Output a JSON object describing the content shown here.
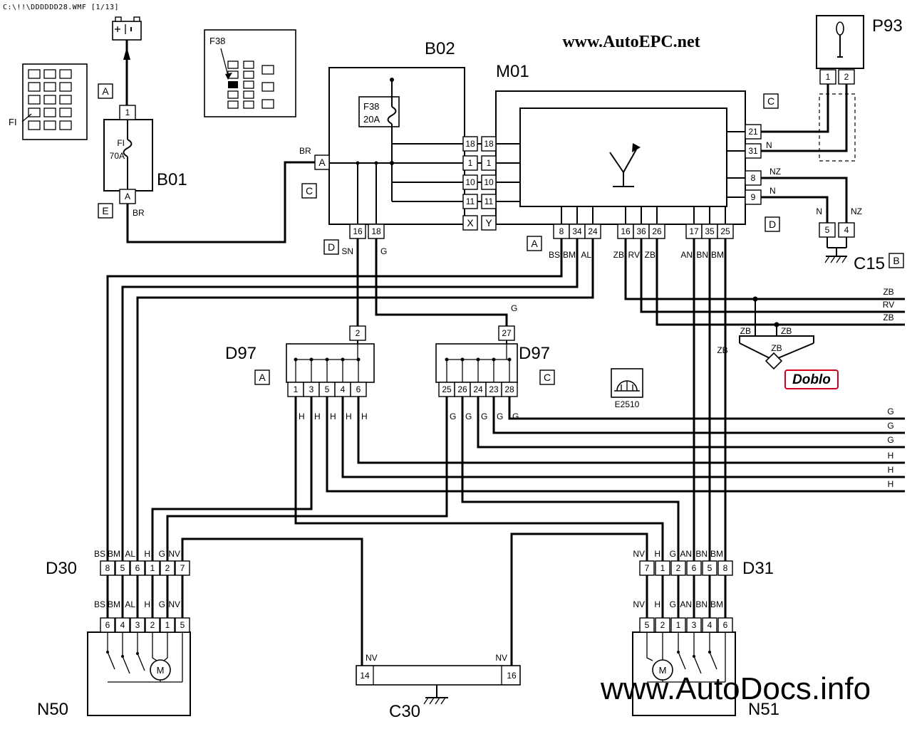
{
  "page": {
    "path_text": "C:\\!!\\DDDDDD28.WMF [1/13]",
    "watermark_top": "www.AutoEPC.net",
    "watermark_bottom": "www.AutoDocs.info"
  },
  "colors": {
    "background": "#ffffff",
    "line": "#000000",
    "path_green": "#00A693",
    "watermark_blue": "#2E5EC8",
    "doblo_red": "#D1001F"
  },
  "refs": {
    "a1": "A",
    "a2": "A",
    "a3": "A",
    "a4": "A",
    "b": "B",
    "c1": "C",
    "c2": "C",
    "c3": "C",
    "d1": "D",
    "d2": "D",
    "e": "E",
    "x": "X",
    "y": "Y"
  },
  "wires": {
    "br1": "BR",
    "br2": "BR",
    "g_corner": "G",
    "m01_right": [
      "N",
      "NZ",
      "N"
    ],
    "c15_n": "N",
    "c15_nz": "NZ",
    "right_top": [
      "ZB",
      "RV",
      "ZB"
    ],
    "zb_branch": [
      "ZB",
      "ZB",
      "ZB",
      "ZB"
    ],
    "right_mid": [
      "G",
      "G",
      "G",
      "H",
      "H",
      "H"
    ]
  },
  "components": {
    "fusebox": {
      "label": "FI"
    },
    "b01": {
      "label": "B01",
      "pin_top": "1",
      "pin_bottom": "A",
      "fuse": "FI",
      "rating": "70A"
    },
    "f38box": {
      "label": "F38"
    },
    "b02": {
      "label": "B02",
      "fuse": "F38",
      "rating": "20A",
      "right_pins": [
        "18",
        "1",
        "10",
        "11"
      ],
      "bottom_pins": [
        "16",
        "18"
      ],
      "bottom_wires": [
        "SN",
        "G"
      ]
    },
    "m01": {
      "label": "M01",
      "left_pins": [
        "18",
        "1",
        "10",
        "11"
      ],
      "right_pins": [
        "21",
        "31",
        "8",
        "9"
      ],
      "bottom_pins": [
        "8",
        "34",
        "24",
        "16",
        "36",
        "26",
        "17",
        "35",
        "25"
      ],
      "bottom_wires": [
        "BS",
        "BM",
        "AL",
        "ZB",
        "RV",
        "ZB",
        "AN",
        "BN",
        "BM"
      ]
    },
    "p93": {
      "label": "P93",
      "pins": [
        "1",
        "2"
      ]
    },
    "c15": {
      "label": "C15",
      "pins": [
        "5",
        "4"
      ]
    },
    "d97l": {
      "label": "D97",
      "pin_top": "2",
      "pins": [
        "1",
        "3",
        "5",
        "4",
        "6"
      ],
      "wires": [
        "H",
        "H",
        "H",
        "H",
        "H"
      ]
    },
    "d97r": {
      "label": "D97",
      "pin_top": "27",
      "pins": [
        "25",
        "26",
        "24",
        "23",
        "28"
      ],
      "wires": [
        "G",
        "G",
        "G",
        "G",
        "G"
      ]
    },
    "e2510": {
      "label": "E2510"
    },
    "doblo": {
      "label": "Doblo"
    },
    "d30": {
      "label": "D30",
      "top": [
        "BS",
        "BM",
        "AL",
        "H",
        "G",
        "NV"
      ],
      "pins": [
        "8",
        "5",
        "6",
        "1",
        "2",
        "7"
      ],
      "mid": [
        "BS",
        "BM",
        "AL",
        "H",
        "G",
        "NV"
      ]
    },
    "n50": {
      "label": "N50",
      "pins": [
        "6",
        "4",
        "3",
        "2",
        "1",
        "5"
      ],
      "motor": "M"
    },
    "d31": {
      "label": "D31",
      "top": [
        "NV",
        "H",
        "G",
        "AN",
        "BN",
        "BM"
      ],
      "pins": [
        "7",
        "1",
        "2",
        "6",
        "5",
        "8"
      ],
      "mid": [
        "NV",
        "H",
        "G",
        "AN",
        "BN",
        "BM"
      ]
    },
    "n51": {
      "label": "N51",
      "pins": [
        "5",
        "2",
        "1",
        "3",
        "4",
        "6"
      ],
      "motor": "M"
    },
    "c30": {
      "label": "C30",
      "pins": [
        "14",
        "16"
      ],
      "wires": [
        "NV",
        "NV"
      ]
    }
  }
}
